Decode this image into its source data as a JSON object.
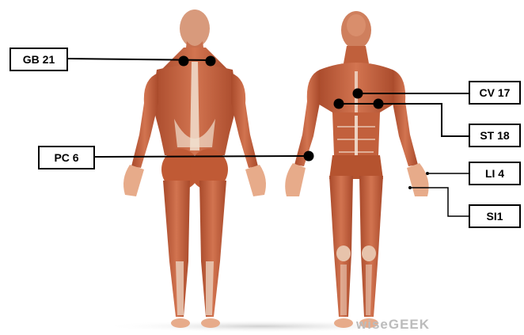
{
  "labels": {
    "gb21": "GB 21",
    "pc6": "PC 6",
    "cv17": "CV 17",
    "st18": "ST 18",
    "li4": "LI 4",
    "si1": "SI1"
  },
  "watermark": "wiseGEEK",
  "colors": {
    "muscle": "#c8643f",
    "muscle_dark": "#9c4326",
    "tendon": "#f1dfcf",
    "skin": "#e9b48f",
    "marker": "#000000",
    "line": "#000000"
  }
}
